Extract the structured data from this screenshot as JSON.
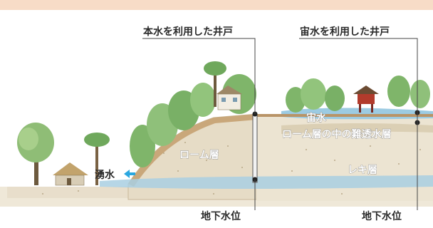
{
  "labels": {
    "well_main_water": "本水を利用した井戸",
    "well_perched_water": "宙水を利用した井戸",
    "perched_water": "宙水",
    "impermeable_layer": "ローム層の中の難透水層",
    "loam_layer": "ローム層",
    "gravel_layer": "レキ層",
    "spring": "湧水",
    "groundwater_level_left": "地下水位",
    "groundwater_level_right": "地下水位"
  },
  "colors": {
    "header_band": "#f7dcc7",
    "spring_arrow": "#2aa7e0",
    "water": "#8cc1dc",
    "soil": "#e6dcc6",
    "foliage": "#7fb56a",
    "line": "#444444"
  },
  "icons": {
    "spring_arrow": "left-arrow-icon"
  }
}
